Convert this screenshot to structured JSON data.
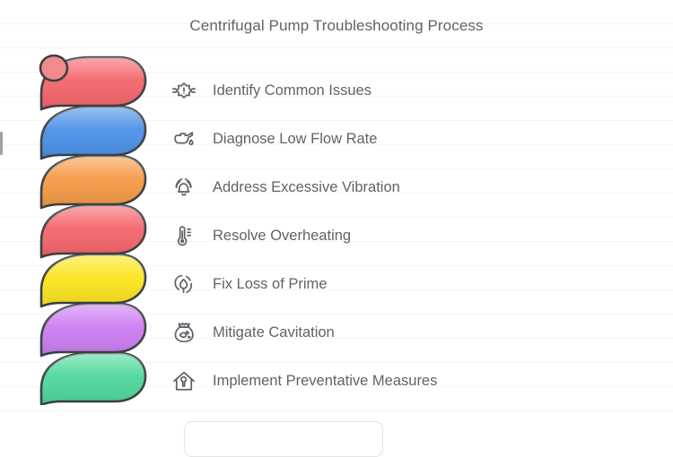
{
  "header": {
    "title": "Centrifugal Pump Troubleshooting Process"
  },
  "steps": [
    {
      "label": "Identify Common Issues",
      "icon": "scan-alert-icon",
      "color": "#F4656A"
    },
    {
      "label": "Diagnose Low Flow Rate",
      "icon": "oil-can-icon",
      "color": "#4A90E8"
    },
    {
      "label": "Address Excessive Vibration",
      "icon": "vibrating-bell-icon",
      "color": "#F59A45"
    },
    {
      "label": "Resolve Overheating",
      "icon": "thermometer-icon",
      "color": "#F4656A"
    },
    {
      "label": "Fix Loss of Prime",
      "icon": "flame-drop-icon",
      "color": "#FCE51E"
    },
    {
      "label": "Mitigate Cavitation",
      "icon": "money-bag-icon",
      "color": "#CC7DF2"
    },
    {
      "label": "Implement Preventative Measures",
      "icon": "house-wrench-icon",
      "color": "#4ED89A"
    }
  ],
  "illustration": {
    "name": "coil-spring",
    "segment_colors": [
      "#F4656A",
      "#4A90E8",
      "#F59A45",
      "#F4656A",
      "#FCE51E",
      "#CC7DF2",
      "#4ED89A"
    ],
    "outline_color": "#3c4043"
  },
  "theme": {
    "text_color": "#5f6368",
    "background": "#ffffff",
    "gridline_color": "#f5f5f6",
    "card_border": "#e3e4e6",
    "handle_color": "#9aa0a6"
  }
}
